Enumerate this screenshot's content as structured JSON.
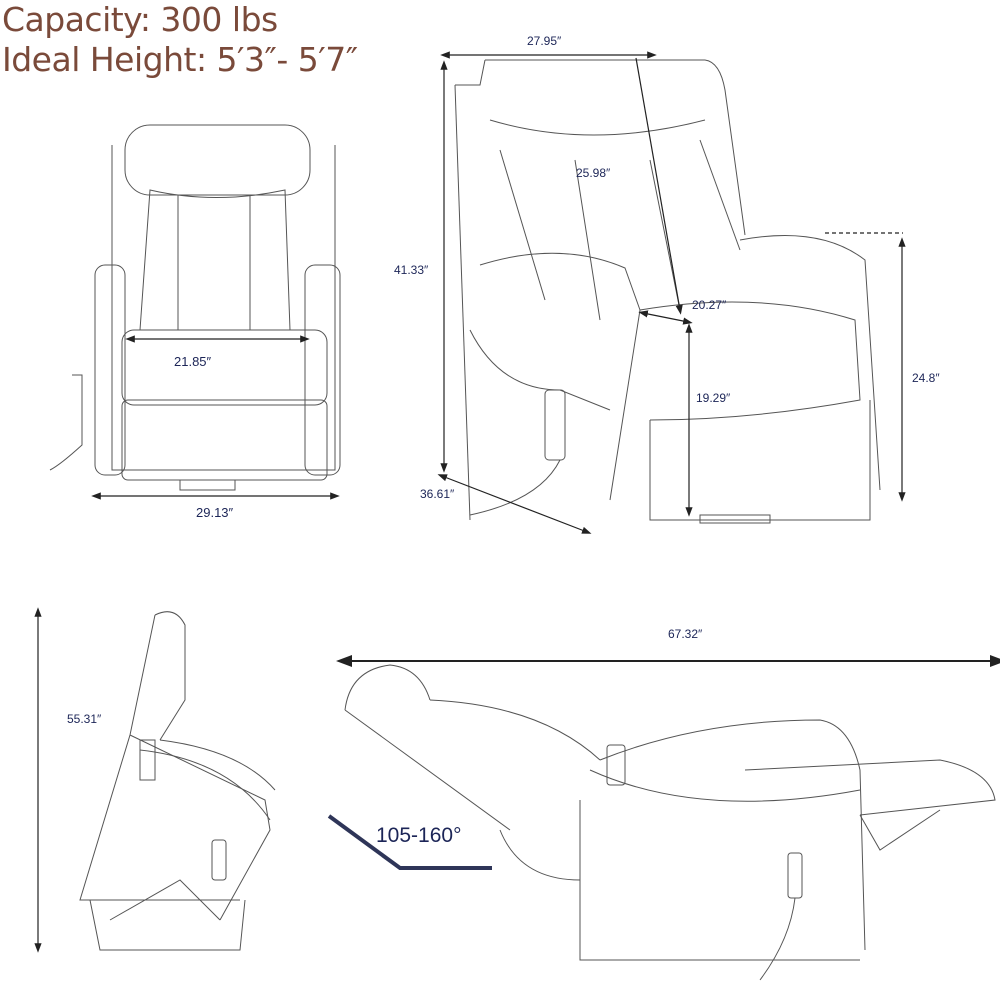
{
  "header": {
    "capacity": "Capacity: 300 lbs",
    "ideal_height": "Ideal Height: 5′3″- 5′7″"
  },
  "front_view": {
    "seat_width": "21.85″",
    "overall_width": "29.13″"
  },
  "angled_view": {
    "width": "27.95″",
    "back_height": "25.98″",
    "overall_height": "41.33″",
    "seat_depth": "20.27″",
    "seat_height": "19.29″",
    "arm_height": "24.8″",
    "depth": "36.61″"
  },
  "lift_view": {
    "lifted_height": "55.31″"
  },
  "recline_view": {
    "reclined_length": "67.32″",
    "recline_angle": "105-160°"
  },
  "colors": {
    "header_text": "#7a4a3a",
    "dimension_text": "#1c2557",
    "angle_marker": "#2e3558"
  }
}
